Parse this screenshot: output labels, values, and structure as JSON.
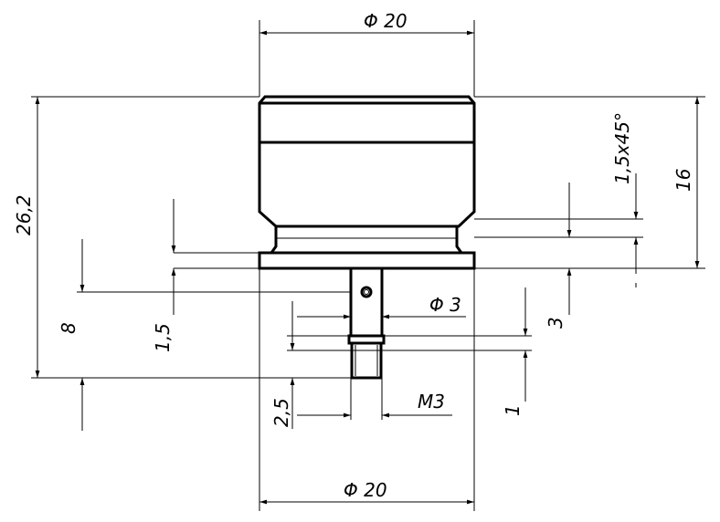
{
  "drawing": {
    "dimensions": {
      "top_diameter": "Φ 20",
      "bottom_diameter": "Φ 20",
      "shaft_diameter": "Φ 3",
      "thread": "M3",
      "total_height": "26,2",
      "body_height": "16",
      "chamfer": "1,5x45°",
      "pin_offset": "8",
      "flange_thickness": "1,5",
      "shaft_length": "3",
      "thread_length": "2,5",
      "thread_step": "1"
    }
  }
}
